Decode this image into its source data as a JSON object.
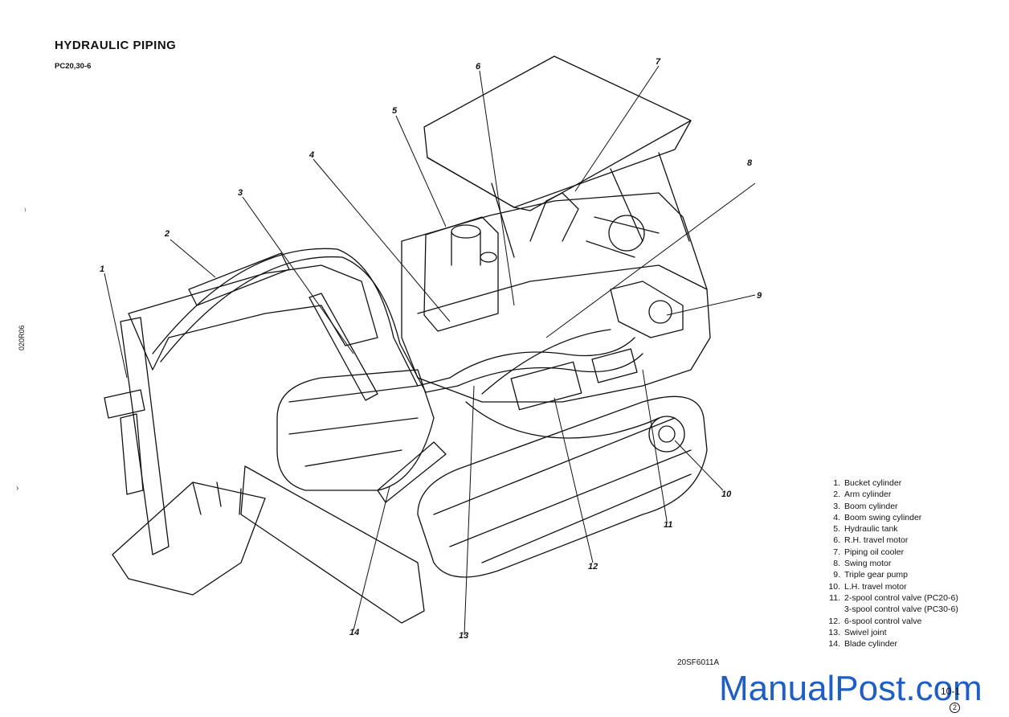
{
  "header": {
    "title": "HYDRAULIC PIPING",
    "subtitle": "PC20,30-6"
  },
  "side_code": "020R06",
  "callouts": [
    "1",
    "2",
    "3",
    "4",
    "5",
    "6",
    "7",
    "8",
    "9",
    "10",
    "11",
    "12",
    "13",
    "14"
  ],
  "legend": [
    {
      "num": "1.",
      "text": "Bucket cylinder"
    },
    {
      "num": "2.",
      "text": "Arm cylinder"
    },
    {
      "num": "3.",
      "text": "Boom cylinder"
    },
    {
      "num": "4.",
      "text": "Boom swing cylinder"
    },
    {
      "num": "5.",
      "text": "Hydraulic tank"
    },
    {
      "num": "6.",
      "text": "R.H. travel motor"
    },
    {
      "num": "7.",
      "text": "Piping oil cooler"
    },
    {
      "num": "8.",
      "text": "Swing motor"
    },
    {
      "num": "9.",
      "text": "Triple gear pump"
    },
    {
      "num": "10.",
      "text": "L.H. travel motor"
    },
    {
      "num": "11.",
      "text": "2-spool control valve (PC20-6)"
    },
    {
      "num": "",
      "text": "3-spool control valve (PC30-6)"
    },
    {
      "num": "12.",
      "text": "6-spool control valve"
    },
    {
      "num": "13.",
      "text": "Swivel joint"
    },
    {
      "num": "14.",
      "text": "Blade cylinder"
    }
  ],
  "figure_code": "20SF6011A",
  "page": {
    "number": "10-1",
    "revision": "2"
  },
  "watermark": "ManualPost.com"
}
